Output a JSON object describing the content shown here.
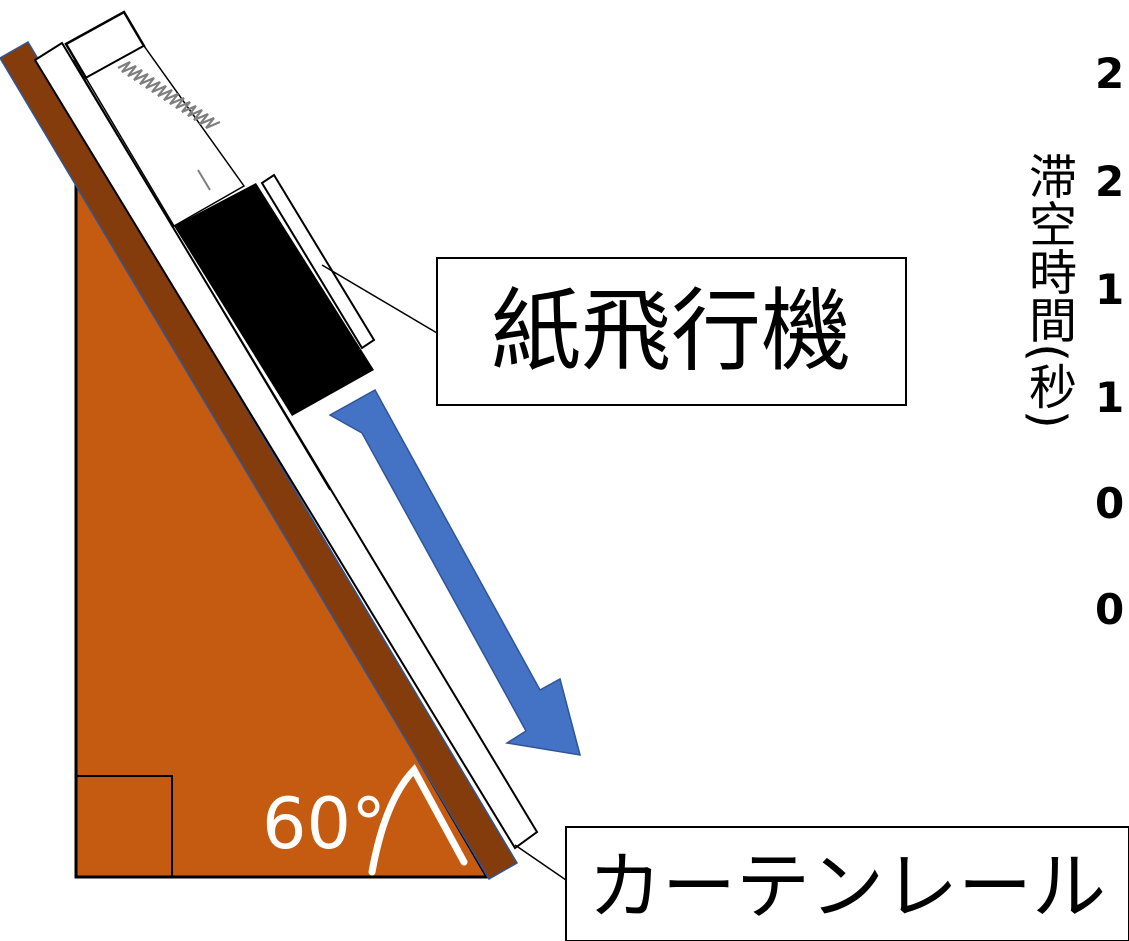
{
  "diagram": {
    "angle_label": "60°",
    "labels": {
      "plane": "紙飛行機",
      "rail": "カーテンレール"
    },
    "axis_label": "滞空時間(秒)",
    "axis_ticks": [
      "2",
      "2",
      "1",
      "1",
      "0",
      "0"
    ],
    "colors": {
      "ramp": "#C55A11",
      "board": "#843C0C",
      "arrow": "#4472C4",
      "block": "#000000",
      "outline": "#000000",
      "background": "#FFFFFF"
    }
  }
}
